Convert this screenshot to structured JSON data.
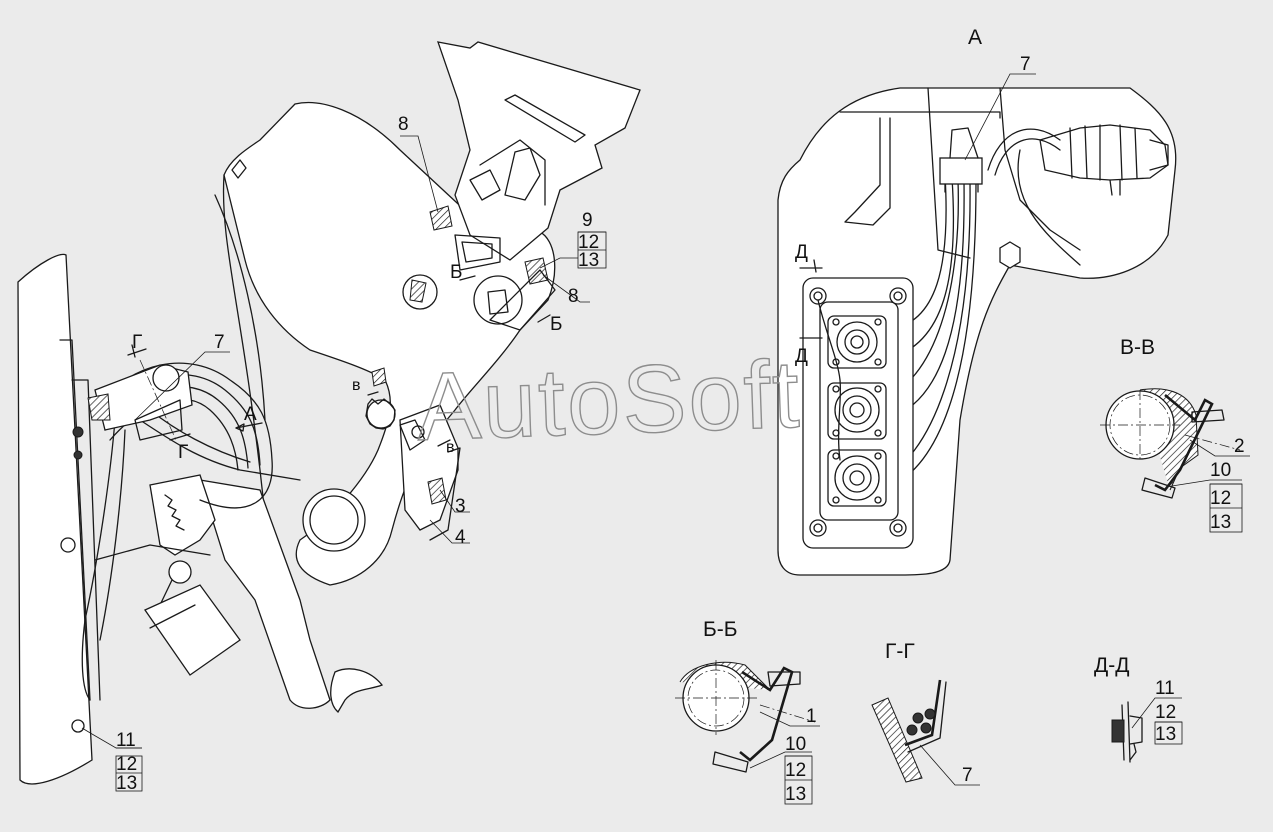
{
  "watermark": "AutoSoft",
  "views": {
    "a": "А",
    "bb": "Б-Б",
    "vv": "В-В",
    "gg": "Г-Г",
    "dd": "Д-Д"
  },
  "section_marks": {
    "b": "Б",
    "v": "в",
    "g": "Г",
    "d": "Д",
    "a": "А"
  },
  "callouts": {
    "n1": "1",
    "n2": "2",
    "n3": "3",
    "n4": "4",
    "n7": "7",
    "n8": "8",
    "n9": "9",
    "n10": "10",
    "n11": "11",
    "n12": "12",
    "n13": "13"
  },
  "colors": {
    "background": "#ebebeb",
    "ink": "#1a1a1a"
  }
}
